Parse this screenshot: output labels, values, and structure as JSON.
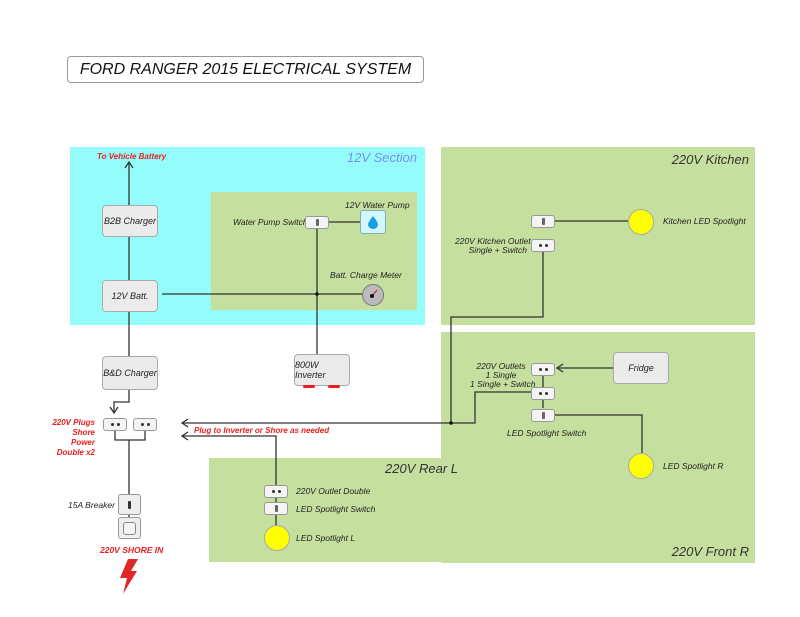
{
  "title": "FORD RANGER 2015 ELECTRICAL SYSTEM",
  "zones": {
    "twelve_v": "12V Section",
    "kitchen": "220V Kitchen",
    "front_r": "220V Front R",
    "rear_l": "220V Rear L"
  },
  "components": {
    "to_vehicle_battery": "To Vehicle Battery",
    "b2b_charger": "B2B Charger",
    "battery": "12V Batt.",
    "water_pump_switch": "Water Pump Switch",
    "water_pump": "12V Water Pump",
    "charge_meter": "Batt. Charge Meter",
    "bd_charger": "B&D Charger",
    "inverter": "800W Inverter",
    "plugs_line1": "220V Plugs",
    "plugs_line2": "Shore Power",
    "plugs_line3": "Double x2",
    "plug_note": "Plug to Inverter or Shore as needed",
    "breaker": "15A Breaker",
    "shore_in": "220V SHORE IN",
    "kitchen_spotlight": "Kitchen LED Spotlight",
    "kitchen_outlet_line1": "220V Kitchen Outlet",
    "kitchen_outlet_line2": "Single + Switch",
    "front_outlets_line1": "220V Outlets",
    "front_outlets_line2": "1 Single",
    "front_outlets_line3": "1 Single + Switch",
    "fridge": "Fridge",
    "front_spotlight_switch": "LED Spotlight Switch",
    "front_spotlight": "LED Spotlight R",
    "rear_outlet": "220V Outlet Double",
    "rear_spotlight_switch": "LED Spotlight Switch",
    "rear_spotlight": "LED Spotlight L"
  },
  "colors": {
    "twelve_v_zone": "#95fcfc",
    "zone_220v": "#c5df9f",
    "warning_red": "#e82020",
    "bulb": "#ffff00"
  }
}
